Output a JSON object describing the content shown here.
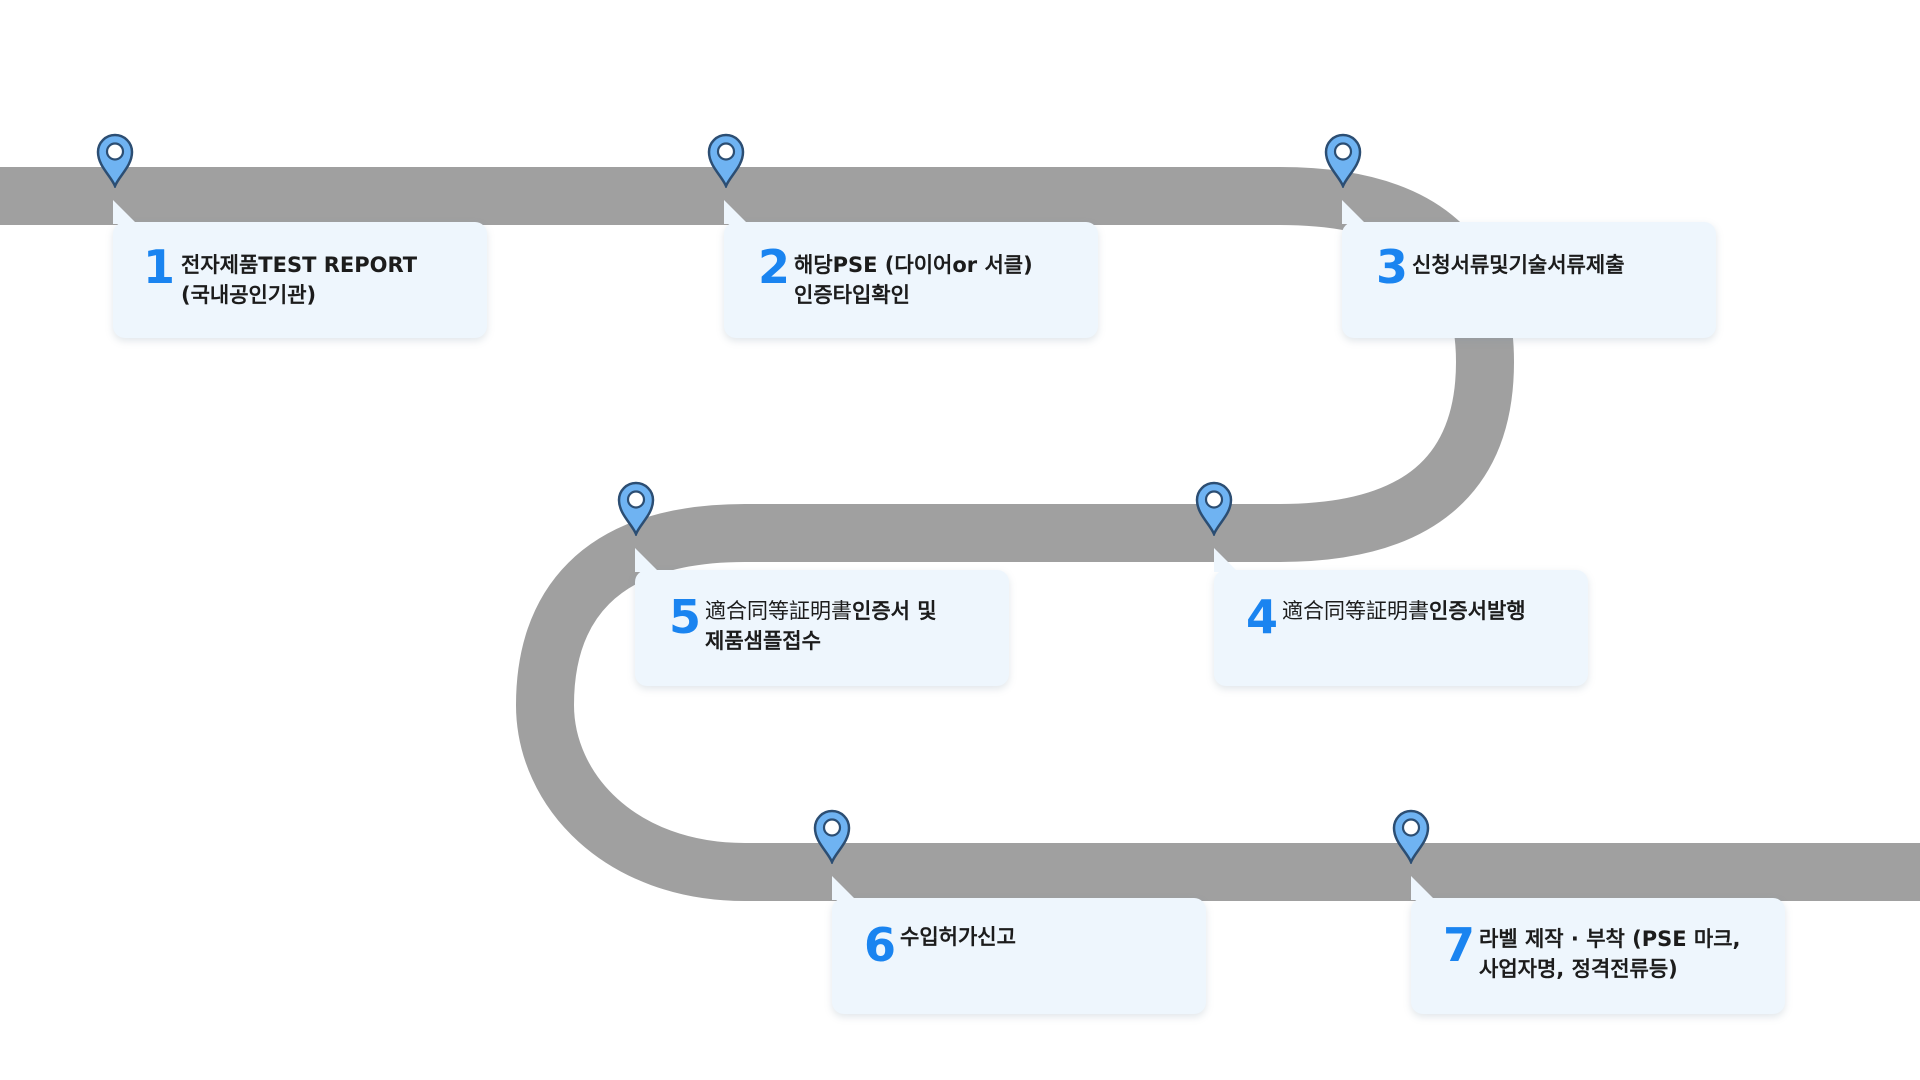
{
  "colors": {
    "road": "#a0a0a0",
    "card_bg": "#eef6fd",
    "number": "#1a84f0",
    "pin_fill": "#6fb3f2",
    "pin_stroke": "#2c4e73",
    "text": "#1c1c1c"
  },
  "steps": [
    {
      "number": "1",
      "line1": "전자제품TEST REPORT",
      "line1_cjk": "",
      "line2": "(국내공인기관)"
    },
    {
      "number": "2",
      "line1": "해당PSE (다이어or 서클)",
      "line1_cjk": "",
      "line2": "인증타입확인"
    },
    {
      "number": "3",
      "line1": "신청서류및기술서류제출",
      "line1_cjk": "",
      "line2": ""
    },
    {
      "number": "4",
      "line1": "인증서발행",
      "line1_cjk": "適合同等証明書",
      "line2": ""
    },
    {
      "number": "5",
      "line1": "인증서 및",
      "line1_cjk": "適合同等証明書",
      "line2": "제품샘플접수"
    },
    {
      "number": "6",
      "line1": "수입허가신고",
      "line1_cjk": "",
      "line2": ""
    },
    {
      "number": "7",
      "line1": "라벨 제작 · 부착 (PSE 마크,",
      "line1_cjk": "",
      "line2": "사업자명, 정격전류등)"
    }
  ],
  "pin_icon": "map-pin-icon"
}
